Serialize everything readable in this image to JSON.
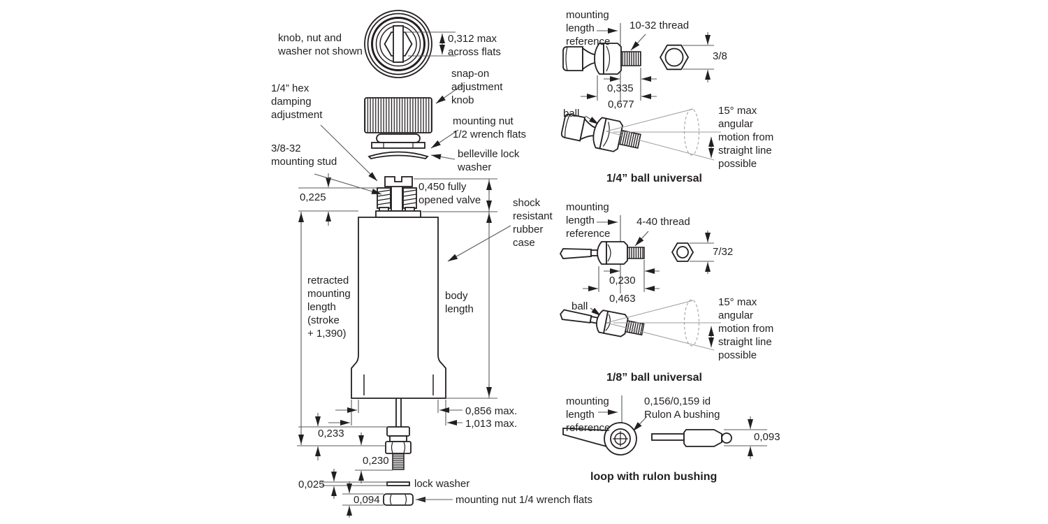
{
  "colors": {
    "ink": "#231f20",
    "dim_line": "#58595b",
    "background": "#ffffff"
  },
  "main": {
    "knob_note": "knob, nut and\nwasher not shown",
    "across_flats": "0,312 max\nacross flats",
    "hex_damping": "1/4” hex\ndamping\nadjustment",
    "snap_on": "snap-on\nadjustment\nknob",
    "mounting_nut_top": "mounting nut\n1/2 wrench flats",
    "belleville": "belleville lock\nwasher",
    "mounting_stud": "3/8-32\nmounting stud",
    "dim_stud": "0,225",
    "valve": "0,450 fully\nopened valve",
    "rubber_case": "shock\nresistant\nrubber\ncase",
    "retracted": "retracted\nmounting\nlength\n(stroke\n+ 1,390)",
    "body_length": "body\nlength",
    "dim_body_width": "0,856 max.",
    "dim_base_width": "1,013 max.",
    "dim_rod_end": "0,233",
    "dim_thread": "0,230",
    "dim_washer": "0,025",
    "lock_washer": "lock washer",
    "dim_nut": "0,094",
    "mounting_nut_bottom": "mounting nut 1/4 wrench flats"
  },
  "quarter_ball": {
    "mounting_ref": "mounting\nlength\nreference",
    "thread": "10-32 thread",
    "hex_size": "3/8",
    "dim_a": "0,335",
    "dim_b": "0,677",
    "ball": "ball",
    "motion": "15° max\nangular\nmotion from\nstraight line\npossible",
    "caption": "1/4” ball universal"
  },
  "eighth_ball": {
    "mounting_ref": "mounting\nlength\nreference",
    "thread": "4-40 thread",
    "hex_size": "7/32",
    "dim_a": "0,230",
    "dim_b": "0,463",
    "ball": "ball",
    "motion": "15° max\nangular\nmotion from\nstraight line\npossible",
    "caption": "1/8” ball universal"
  },
  "loop": {
    "mounting_ref": "mounting\nlength\nreference",
    "bushing": "0,156/0,159 id\nRulon A bushing",
    "dim_a": "0,093",
    "caption": "loop with rulon bushing"
  }
}
